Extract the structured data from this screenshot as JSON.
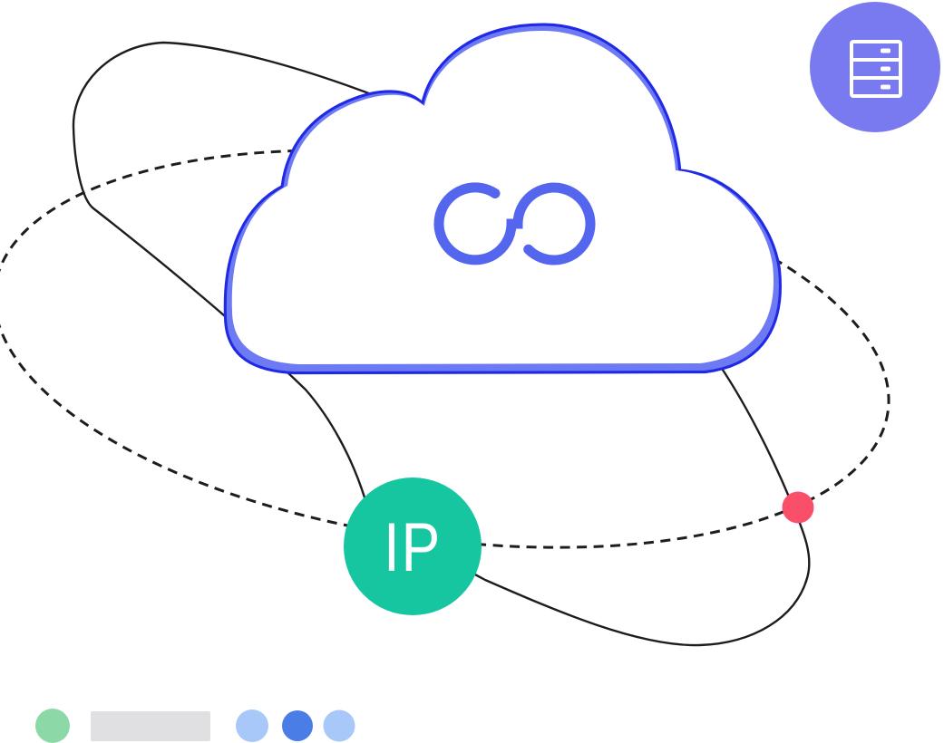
{
  "illustration": {
    "name": "cloud-ip-orbit-illustration",
    "background": "#ffffff",
    "orbits": {
      "solid_color": "#1d1d1f",
      "dashed_color": "#1d1d1f",
      "dash_pattern": "11 7.5"
    },
    "cloud": {
      "fill": "#ffffff",
      "outline_color": "#2029e4",
      "glow_color": "#6e7af3",
      "logo_icon": "infinity-cloud-logo-icon",
      "logo_color": "#5566ee"
    },
    "ip_badge": {
      "label": "IP",
      "bg_color": "#15c6a1",
      "text_color": "#ffffff"
    },
    "satellite_dot": {
      "color": "#f94f6b"
    },
    "server_badge": {
      "icon": "server-rack-icon",
      "bg_color": "#7a7af0",
      "icon_color": "#ffffff"
    },
    "footer_shapes": {
      "green_dot_color": "#8cd9a7",
      "gray_bar_color": "#e0e0e3",
      "blue_dot_light_color": "#a7c8f9",
      "blue_dot_medium_color": "#4a7de6"
    }
  }
}
